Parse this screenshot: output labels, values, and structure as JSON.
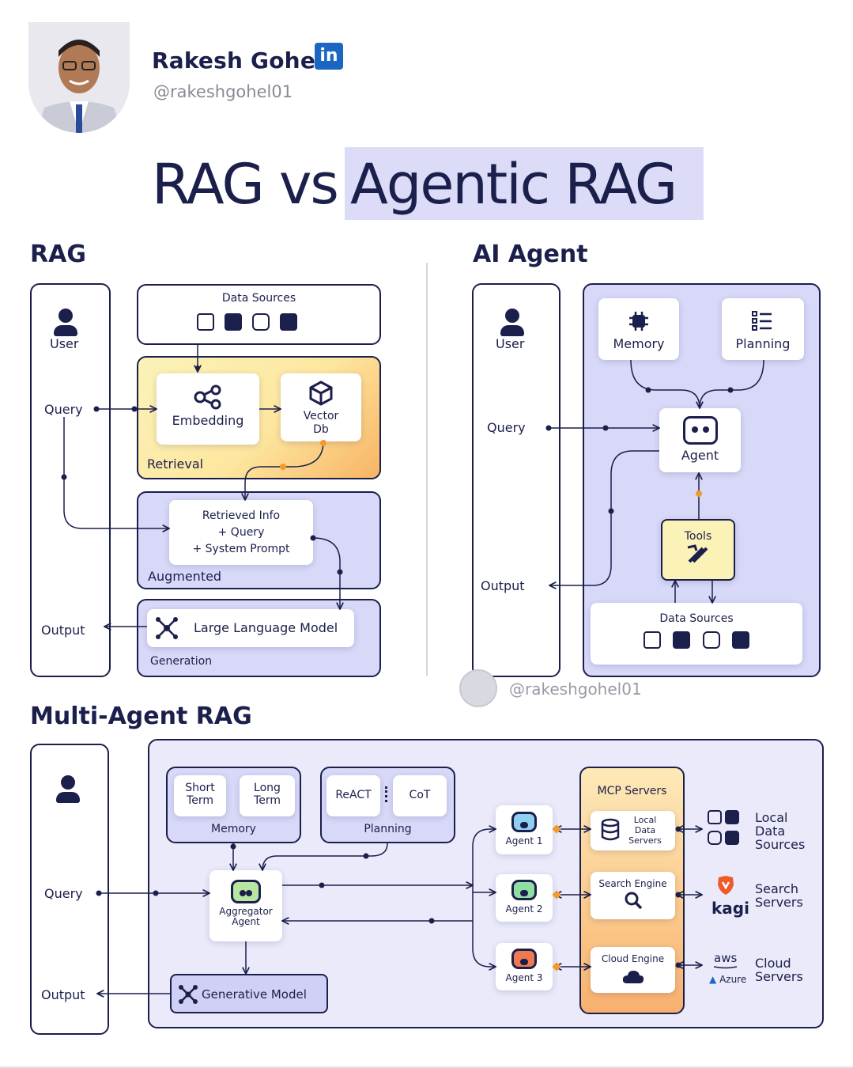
{
  "header": {
    "author_name": "Rakesh Gohel",
    "linkedin_badge": "in",
    "handle": "@rakeshgohel01",
    "title_left": "RAG vs",
    "title_right": "Agentic RAG",
    "highlight_color": "#dcdcf8"
  },
  "rag": {
    "title": "RAG",
    "user": "User",
    "query": "Query",
    "output": "Output",
    "data_sources": "Data Sources",
    "embedding": "Embedding",
    "vector_db_1": "Vector",
    "vector_db_2": "Db",
    "retrieval": "Retrieval",
    "retrieved_1": "Retrieved Info",
    "retrieved_2": "+ Query",
    "retrieved_3": "+ System Prompt",
    "augmented": "Augmented",
    "llm": "Large Language Model",
    "generation": "Generation"
  },
  "agent": {
    "title": "AI Agent",
    "user": "User",
    "query": "Query",
    "output": "Output",
    "memory": "Memory",
    "planning": "Planning",
    "agent": "Agent",
    "tools": "Tools",
    "data_sources": "Data Sources",
    "watermark": "@rakeshgohel01"
  },
  "multi": {
    "title": "Multi-Agent RAG",
    "query": "Query",
    "output": "Output",
    "short_1": "Short",
    "short_2": "Term",
    "long_1": "Long",
    "long_2": "Term",
    "memory": "Memory",
    "react": "ReACT",
    "cot": "CoT",
    "planning": "Planning",
    "aggregator_1": "Aggregator",
    "aggregator_2": "Agent",
    "generative": "Generative Model",
    "agent1": "Agent 1",
    "agent2": "Agent 2",
    "agent3": "Agent 3",
    "mcp": "MCP Servers",
    "local_1": "Local",
    "local_2": "Data",
    "local_3": "Servers",
    "search_engine": "Search Engine",
    "cloud_engine": "Cloud Engine",
    "local_ds_1": "Local",
    "local_ds_2": "Data",
    "local_ds_3": "Sources",
    "search_srv_1": "Search",
    "search_srv_2": "Servers",
    "cloud_srv_1": "Cloud",
    "cloud_srv_2": "Servers",
    "kagi": "kagi",
    "aws": "aws",
    "azure": "Azure"
  },
  "colors": {
    "navy": "#1b1f4b",
    "lavender": "#d8d8f8",
    "orange_dot": "#f29a2e",
    "agent1": "#8fd0f0",
    "agent2": "#8fe0a0",
    "agent3": "#f07a50"
  }
}
